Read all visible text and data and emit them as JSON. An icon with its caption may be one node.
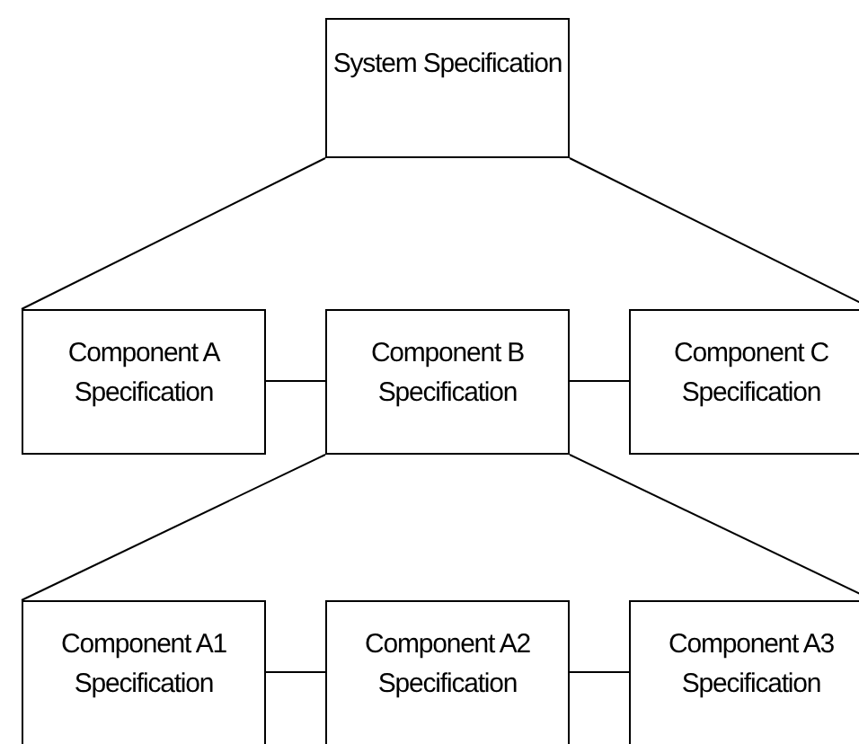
{
  "diagram": {
    "nodes": [
      {
        "text": [
          "System Specification"
        ]
      },
      {
        "text": [
          "Component A Specification"
        ]
      },
      {
        "text": [
          "Component B Specification"
        ]
      },
      {
        "text": [
          "Component C Specification"
        ]
      },
      {
        "text": [
          "Component A1 Specification"
        ]
      },
      {
        "text": [
          "Component A2 Specification"
        ]
      },
      {
        "text": [
          "Component A3 Specification"
        ]
      }
    ],
    "edges": [
      {
        "from": 0,
        "to": 1,
        "arrow": "none"
      },
      {
        "from": 0,
        "to": 3,
        "arrow": "none"
      },
      {
        "from": 1,
        "to": 2,
        "arrow": "none"
      },
      {
        "from": 2,
        "to": 3,
        "arrow": "none"
      },
      {
        "from": 2,
        "to": 4,
        "arrow": "none"
      },
      {
        "from": 2,
        "to": 6,
        "arrow": "none"
      },
      {
        "from": 4,
        "to": 5,
        "arrow": "none"
      },
      {
        "from": 5,
        "to": 6,
        "arrow": "none"
      }
    ]
  }
}
